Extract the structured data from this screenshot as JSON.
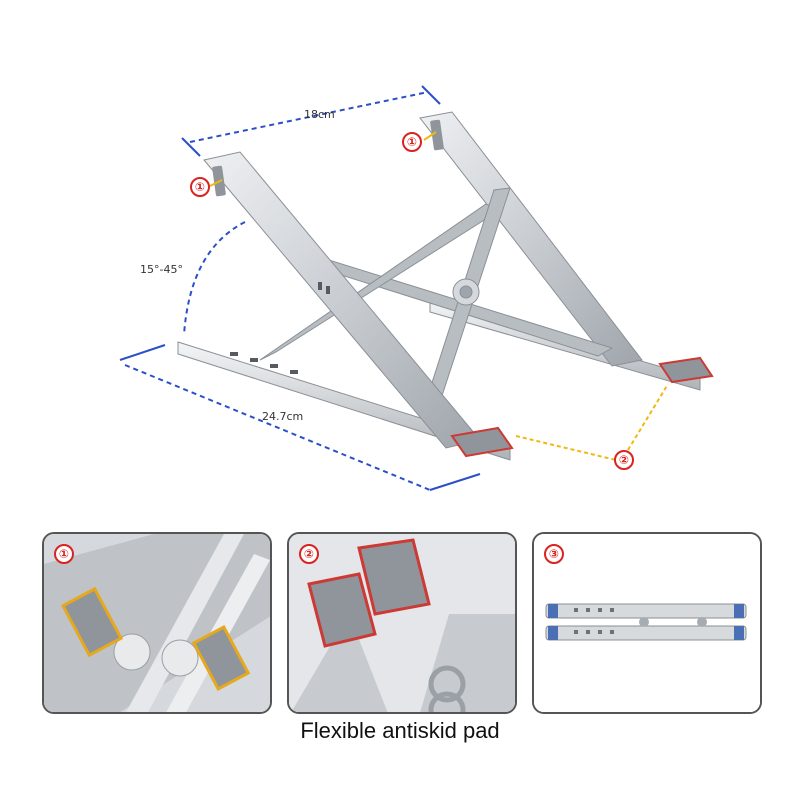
{
  "dimensions": {
    "width_label": "18cm",
    "angle_label": "15°-45°",
    "length_label": "24.7cm"
  },
  "callouts": {
    "top_pad_marker": "①",
    "bottom_pad_marker": "②"
  },
  "panels": [
    {
      "marker": "①",
      "icon": "top-antiskid-pad-closeup"
    },
    {
      "marker": "②",
      "icon": "bottom-antiskid-pad-closeup"
    },
    {
      "marker": "③",
      "icon": "folded-stand-side-view"
    }
  ],
  "caption": "Flexible antiskid pad",
  "colors": {
    "dimension_line": "#2b4fc9",
    "callout_marker": "#d9231f",
    "leader_line": "#f0b90f",
    "aluminum": "#c9cdd2",
    "pad_gray": "#8f959b",
    "pad_red_edge": "#cc3a35",
    "panel_border": "#555555"
  }
}
